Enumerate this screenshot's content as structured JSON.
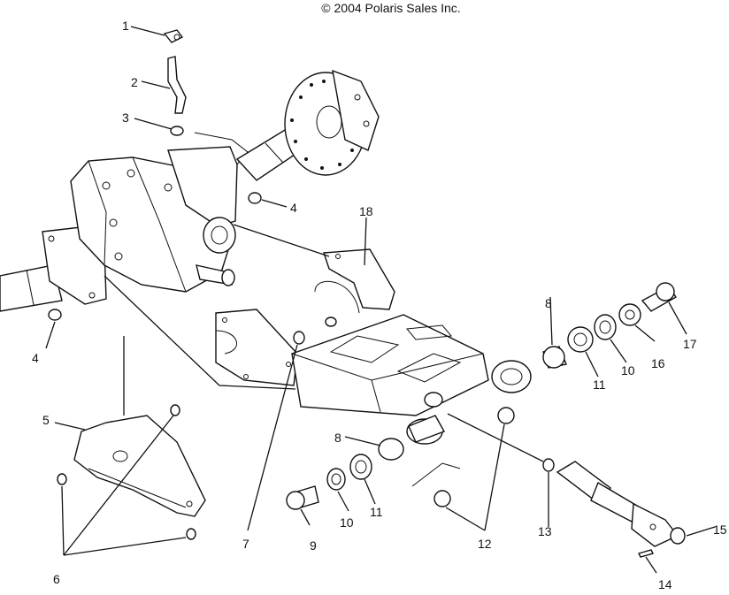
{
  "diagram": {
    "copyright": "© 2004 Polaris Sales Inc.",
    "callouts": {
      "c1": "1",
      "c2": "2",
      "c3": "3",
      "c4a": "4",
      "c4b": "4",
      "c5": "5",
      "c6": "6",
      "c7": "7",
      "c8a": "8",
      "c8b": "8",
      "c9": "9",
      "c10a": "10",
      "c10b": "10",
      "c11a": "11",
      "c11b": "11",
      "c12": "12",
      "c13": "13",
      "c14": "14",
      "c15": "15",
      "c16": "16",
      "c17": "17",
      "c18": "18"
    }
  }
}
